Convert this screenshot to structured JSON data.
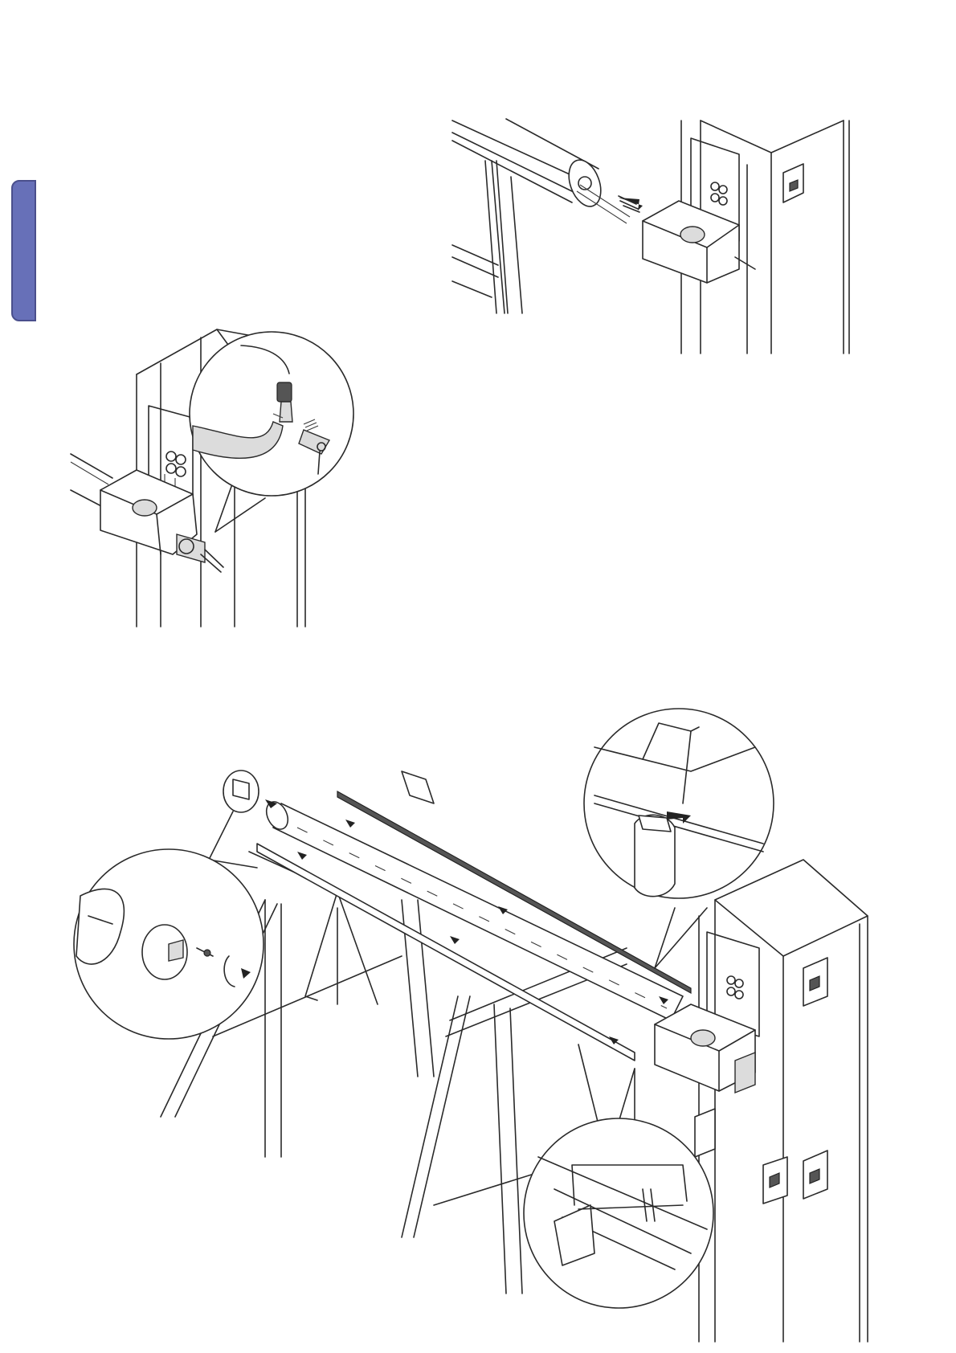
{
  "page": {
    "colors": {
      "side_tab": "#6770b8",
      "line": "#2a2a2a",
      "background": "#ffffff"
    }
  },
  "figures": [
    {
      "id": "fig-motor-connector",
      "icons": [
        "barrier-post",
        "motor-housing",
        "connector-plug",
        "magnifier-callout"
      ]
    },
    {
      "id": "fig-shaft-insertion",
      "icons": [
        "boom-arm",
        "sawhorse",
        "barrier-post",
        "insertion-arrow"
      ]
    },
    {
      "id": "fig-boom-assembly",
      "icons": [
        "boom-arm",
        "end-cap",
        "rubber-strip",
        "screw",
        "hacksaw",
        "hand",
        "sawhorse",
        "barrier-post"
      ]
    }
  ]
}
